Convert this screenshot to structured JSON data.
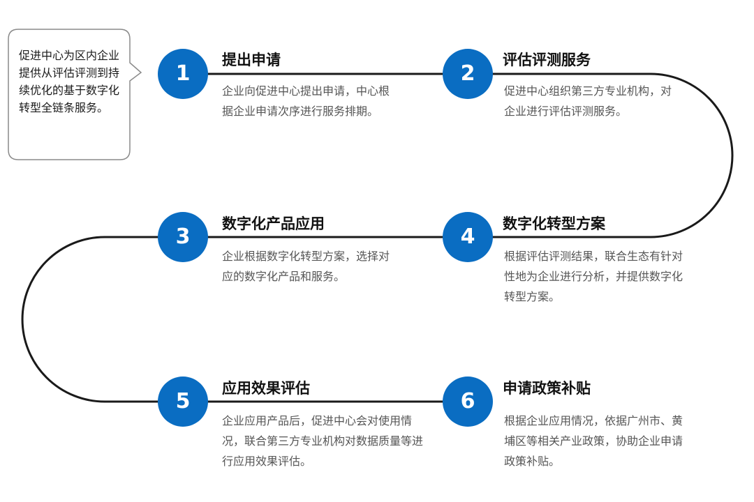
{
  "intro": {
    "text": "促进中心为区内企业提供从评估评测到持续优化的基于数字化转型全链条服务。"
  },
  "colors": {
    "accent": "#0a6dc2",
    "line": "#1a1a1a",
    "title": "#111111",
    "description": "#555555"
  },
  "steps": [
    {
      "number": "1",
      "title": "提出申请",
      "description": "企业向促进中心提出申请，中心根据企业申请次序进行服务排期。"
    },
    {
      "number": "2",
      "title": "评估评测服务",
      "description": "促进中心组织第三方专业机构，对企业进行评估评测服务。"
    },
    {
      "number": "3",
      "title": "数字化产品应用",
      "description": "企业根据数字化转型方案，选择对应的数字化产品和服务。"
    },
    {
      "number": "4",
      "title": "数字化转型方案",
      "description": "根据评估评测结果，联合生态有针对性地为企业进行分析，并提供数字化转型方案。"
    },
    {
      "number": "5",
      "title": "应用效果评估",
      "description": "企业应用产品后，促进中心会对使用情况，联合第三方专业机构对数据质量等进行应用效果评估。"
    },
    {
      "number": "6",
      "title": "申请政策补贴",
      "description": "根据企业应用情况，依据广州市、黄埔区等相关产业政策，协助企业申请政策补贴。"
    }
  ]
}
